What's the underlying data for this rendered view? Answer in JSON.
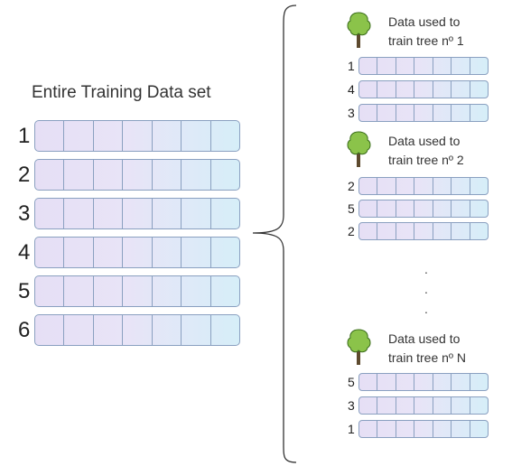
{
  "title": "Entire Training Data set",
  "full_rows": [
    "1",
    "2",
    "3",
    "4",
    "5",
    "6"
  ],
  "groups": [
    {
      "caption": "Data used to\ntrain tree nº 1",
      "rows": [
        "1",
        "4",
        "3"
      ]
    },
    {
      "caption": "Data used to\ntrain tree nº 2",
      "rows": [
        "2",
        "5",
        "2"
      ]
    },
    {
      "caption": "Data used to\ntrain tree nº N",
      "rows": [
        "5",
        "3",
        "1"
      ]
    }
  ],
  "ellipsis": ".\n.\n.",
  "colors": {
    "bar_start": "#e6dff5",
    "bar_end": "#d6eef8",
    "border": "#8aa0c0",
    "tree": "#8bc34a"
  },
  "icon": "tree-icon"
}
